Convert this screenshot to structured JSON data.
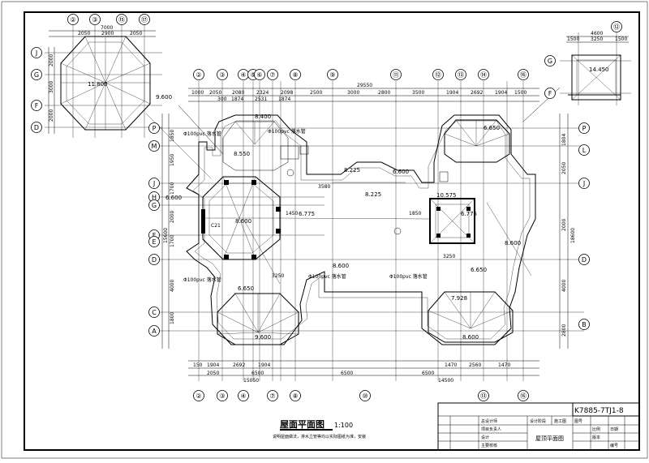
{
  "drawing": {
    "title": "屋面平面图",
    "scale": "1:100",
    "note": "说明屋面做法，排水立管等均以实际图纸为准，安装",
    "drawing_no": "K7885-7TJ1-8",
    "sheet_name": "屋顶平面图"
  },
  "axes": {
    "top": [
      "②",
      "③",
      "④",
      "⑤",
      "⑥",
      "⑦",
      "⑧",
      "⑨",
      "⑪",
      "⑫",
      "⑬",
      "⑭",
      "⑯"
    ],
    "bottom": [
      "②",
      "③",
      "④",
      "⑦",
      "⑧",
      "⑩",
      "⑬",
      "⑯"
    ],
    "left": [
      "P",
      "M",
      "J",
      "H",
      "G",
      "F",
      "E",
      "D",
      "C",
      "A"
    ],
    "right": [
      "P",
      "L",
      "J",
      "D",
      "B"
    ],
    "left_pavilion": [
      "J",
      "G",
      "F",
      "D"
    ],
    "top_pavilion": [
      "②",
      "③",
      "⑮",
      "⑰"
    ],
    "right_pavilion": [
      "⑫"
    ],
    "right_pavilion_rows": [
      "G",
      "F"
    ]
  },
  "dimensions": {
    "top_total": "29550",
    "top_row": [
      "1000",
      "2050",
      "2080",
      "2324",
      "2098",
      "2500",
      "3000",
      "2800",
      "3500",
      "1904",
      "2692",
      "1904",
      "1500"
    ],
    "top_small": [
      "300",
      "1874",
      "2531",
      "1874"
    ],
    "bottom_total": "15050",
    "bottom_total_right": "14500",
    "bottom_row": [
      "2050",
      "6500",
      "6500",
      "6500"
    ],
    "bottom_small": [
      "150",
      "1904",
      "2692",
      "1904",
      "1470",
      "2560",
      "1470"
    ],
    "left_col": [
      "1850",
      "1950",
      "1700",
      "2000",
      "1700",
      "4000",
      "1800"
    ],
    "left_total": "15600",
    "right_col": [
      "1804",
      "2050",
      "2000",
      "4000",
      "2800"
    ],
    "right_total": "18600",
    "left_pavilion_top": "7000",
    "left_pavilion_row": [
      "2050",
      "2900",
      "2050"
    ],
    "left_pavilion_col": [
      "2000",
      "3000",
      "2000"
    ],
    "right_pavilion_top": "4600",
    "right_pavilion_row": [
      "1500",
      "3250",
      "1500"
    ]
  },
  "labels": {
    "elevations": [
      "11.800",
      "9.600",
      "8.400",
      "8.550",
      "6.600",
      "8.600",
      "6.650",
      "9.600",
      "8.225",
      "8.225",
      "6.600",
      "6.775",
      "6.775",
      "10.575",
      "8.600",
      "7.928",
      "6.650",
      "8.600",
      "14.450",
      "8.600",
      "6.650"
    ],
    "downpipes": [
      "Φ100pvc 落水管",
      "Φ100pvc 落水管",
      "Φ100pvc 落水管",
      "Φ100pvc 落水管",
      "Φ100pvc 落水管"
    ],
    "misc": [
      "3250",
      "3250",
      "C21",
      "1450",
      "1850",
      "3580"
    ]
  },
  "title_block": {
    "rows": [
      [
        "总设计师",
        "设计阶段",
        "施工图"
      ],
      [
        "项目负责人",
        "",
        ""
      ],
      [
        "设计",
        "",
        ""
      ],
      [
        "主要校核",
        "",
        ""
      ]
    ],
    "fields": [
      "图号",
      "比例",
      "日期",
      "版本",
      "编号"
    ]
  }
}
